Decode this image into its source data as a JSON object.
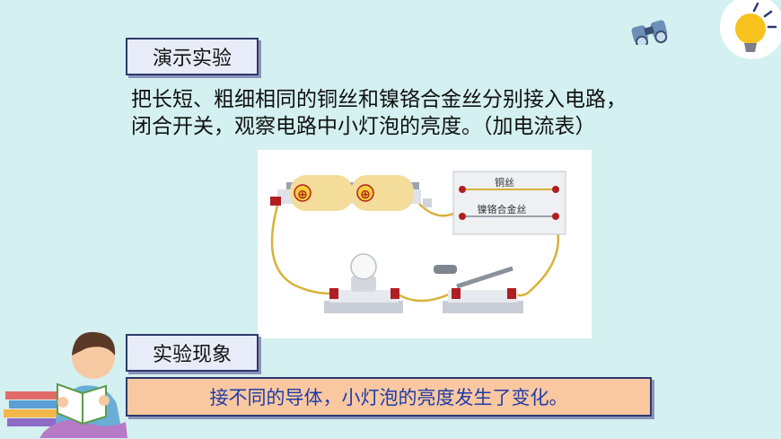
{
  "section_demo": {
    "label": "演示实验"
  },
  "description": "把长短、粗细相同的铜丝和镍铬合金丝分别接入电路，闭合开关，观察电路中小灯泡的亮度。（加电流表）",
  "circuit": {
    "wire_copper_label": "铜丝",
    "wire_nichrome_label": "镍铬合金丝",
    "battery_symbol": "⊕"
  },
  "section_phenomenon": {
    "label": "实验现象"
  },
  "result_text": "接不同的导体，小灯泡的亮度发生了变化。",
  "colors": {
    "background": "#d4f0f0",
    "label_box": "#e8ecf8",
    "result_box": "#fac8a0",
    "result_text": "#1e3ca8",
    "border": "#2c3a6e"
  }
}
